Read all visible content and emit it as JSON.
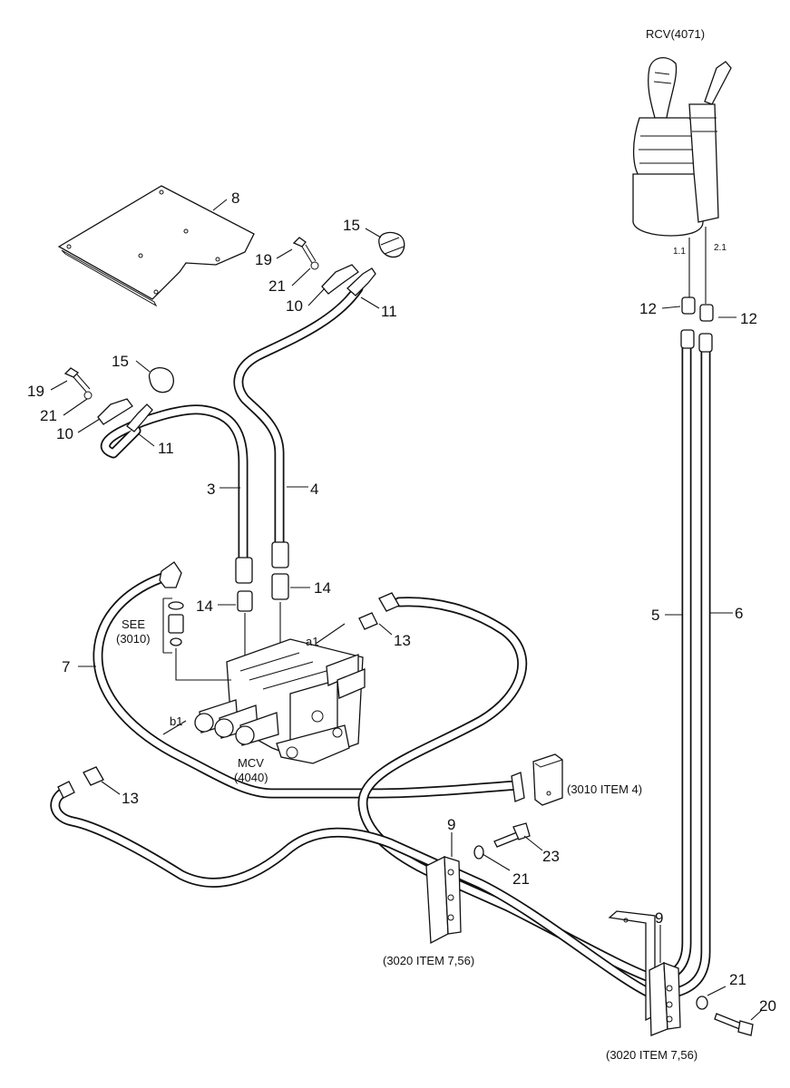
{
  "labels": {
    "rcv": "RCV(4071)",
    "port_1_1": "1.1",
    "port_2_1": "2.1",
    "mcv": "MCV",
    "mcv_ref": "(4040)",
    "see": "SEE",
    "see_ref": "(3010)",
    "port_a1": "a1",
    "port_b1": "b1",
    "ref_3010_item4": "(3010 ITEM 4)",
    "ref_3020_a": "(3020 ITEM 7,56)",
    "ref_3020_b": "(3020 ITEM 7,56)"
  },
  "callouts": {
    "c3": "3",
    "c4": "4",
    "c5": "5",
    "c6": "6",
    "c7": "7",
    "c8": "8",
    "c9a": "9",
    "c9b": "9",
    "c10a": "10",
    "c10b": "10",
    "c11a": "11",
    "c11b": "11",
    "c12a": "12",
    "c12b": "12",
    "c13a": "13",
    "c13b": "13",
    "c14a": "14",
    "c14b": "14",
    "c15a": "15",
    "c15b": "15",
    "c19a": "19",
    "c19b": "19",
    "c20": "20",
    "c21a": "21",
    "c21b": "21",
    "c21c": "21",
    "c21d": "21",
    "c23": "23"
  }
}
